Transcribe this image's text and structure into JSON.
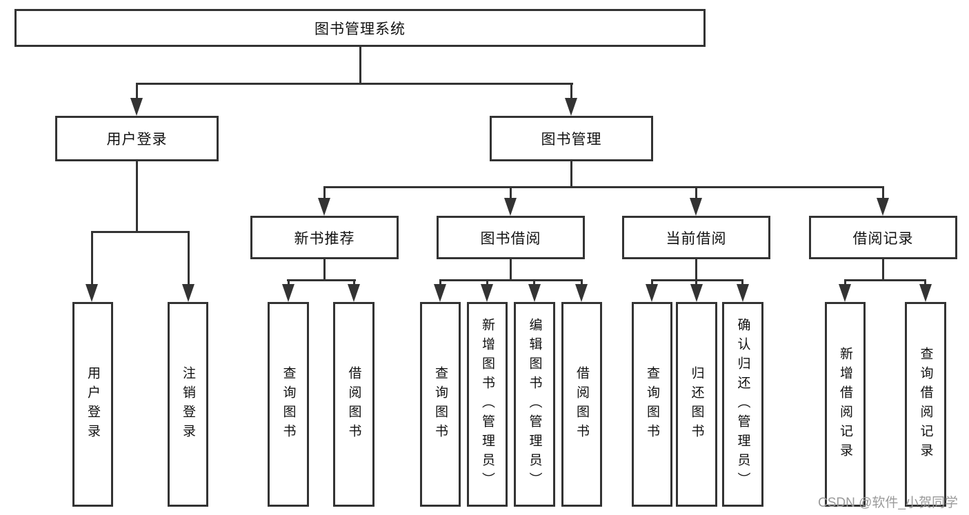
{
  "tree": {
    "root": {
      "label": "图书管理系统",
      "children": [
        {
          "label": "用户登录",
          "children": [
            {
              "label": "用户登录"
            },
            {
              "label": "注销登录"
            }
          ]
        },
        {
          "label": "图书管理",
          "children": [
            {
              "label": "新书推荐",
              "children": [
                {
                  "label": "查询图书"
                },
                {
                  "label": "借阅图书"
                }
              ]
            },
            {
              "label": "图书借阅",
              "children": [
                {
                  "label": "查询图书"
                },
                {
                  "label": "新增图书（管理员）"
                },
                {
                  "label": "编辑图书（管理员）"
                },
                {
                  "label": "借阅图书"
                }
              ]
            },
            {
              "label": "当前借阅",
              "children": [
                {
                  "label": "查询图书"
                },
                {
                  "label": "归还图书"
                },
                {
                  "label": "确认归还（管理员）"
                }
              ]
            },
            {
              "label": "借阅记录",
              "children": [
                {
                  "label": "新增借阅记录"
                },
                {
                  "label": "查询借阅记录"
                }
              ]
            }
          ]
        }
      ]
    }
  },
  "watermark": {
    "text": "CSDN @软件_小贺同学"
  },
  "colors": {
    "line": "#333333",
    "text": "#111111",
    "watermark": "#9a9a9a",
    "background": "#ffffff"
  }
}
